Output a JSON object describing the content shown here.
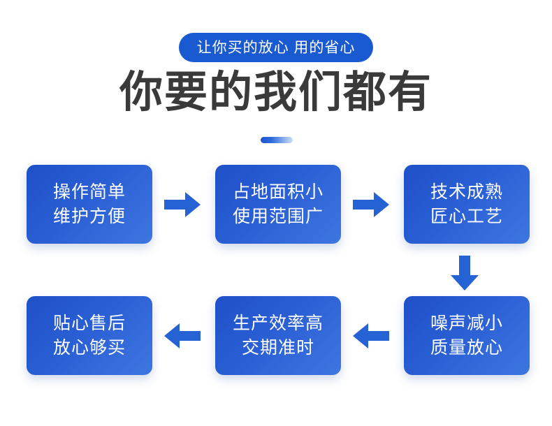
{
  "header": {
    "badge_text": "让你买的放心 用的省心",
    "title": "你要的我们都有",
    "badge_color": "#1a5ad0",
    "title_color": "#3a3a3a",
    "divider_gradient": [
      "#1e54cf",
      "#cfdff8"
    ]
  },
  "theme": {
    "background": "#ffffff",
    "box_gradient_from": "#1e50c8",
    "box_gradient_to": "#3e76e0",
    "arrow_color": "#2563d4",
    "box_text_color": "#ffffff"
  },
  "flow": {
    "boxes": [
      {
        "id": "box-1",
        "line1": "操作简单",
        "line2": "维护方便"
      },
      {
        "id": "box-2",
        "line1": "占地面积小",
        "line2": "使用范围广"
      },
      {
        "id": "box-3",
        "line1": "技术成熟",
        "line2": "匠心工艺"
      },
      {
        "id": "box-4",
        "line1": "噪声减小",
        "line2": "质量放心"
      },
      {
        "id": "box-5",
        "line1": "生产效率高",
        "line2": "交期准时"
      },
      {
        "id": "box-6",
        "line1": "贴心售后",
        "line2": "放心够买"
      }
    ],
    "arrows": [
      {
        "id": "arrow-r1",
        "direction": "right"
      },
      {
        "id": "arrow-r2",
        "direction": "right"
      },
      {
        "id": "arrow-down",
        "direction": "down"
      },
      {
        "id": "arrow-l1",
        "direction": "left"
      },
      {
        "id": "arrow-l2",
        "direction": "left"
      }
    ]
  }
}
